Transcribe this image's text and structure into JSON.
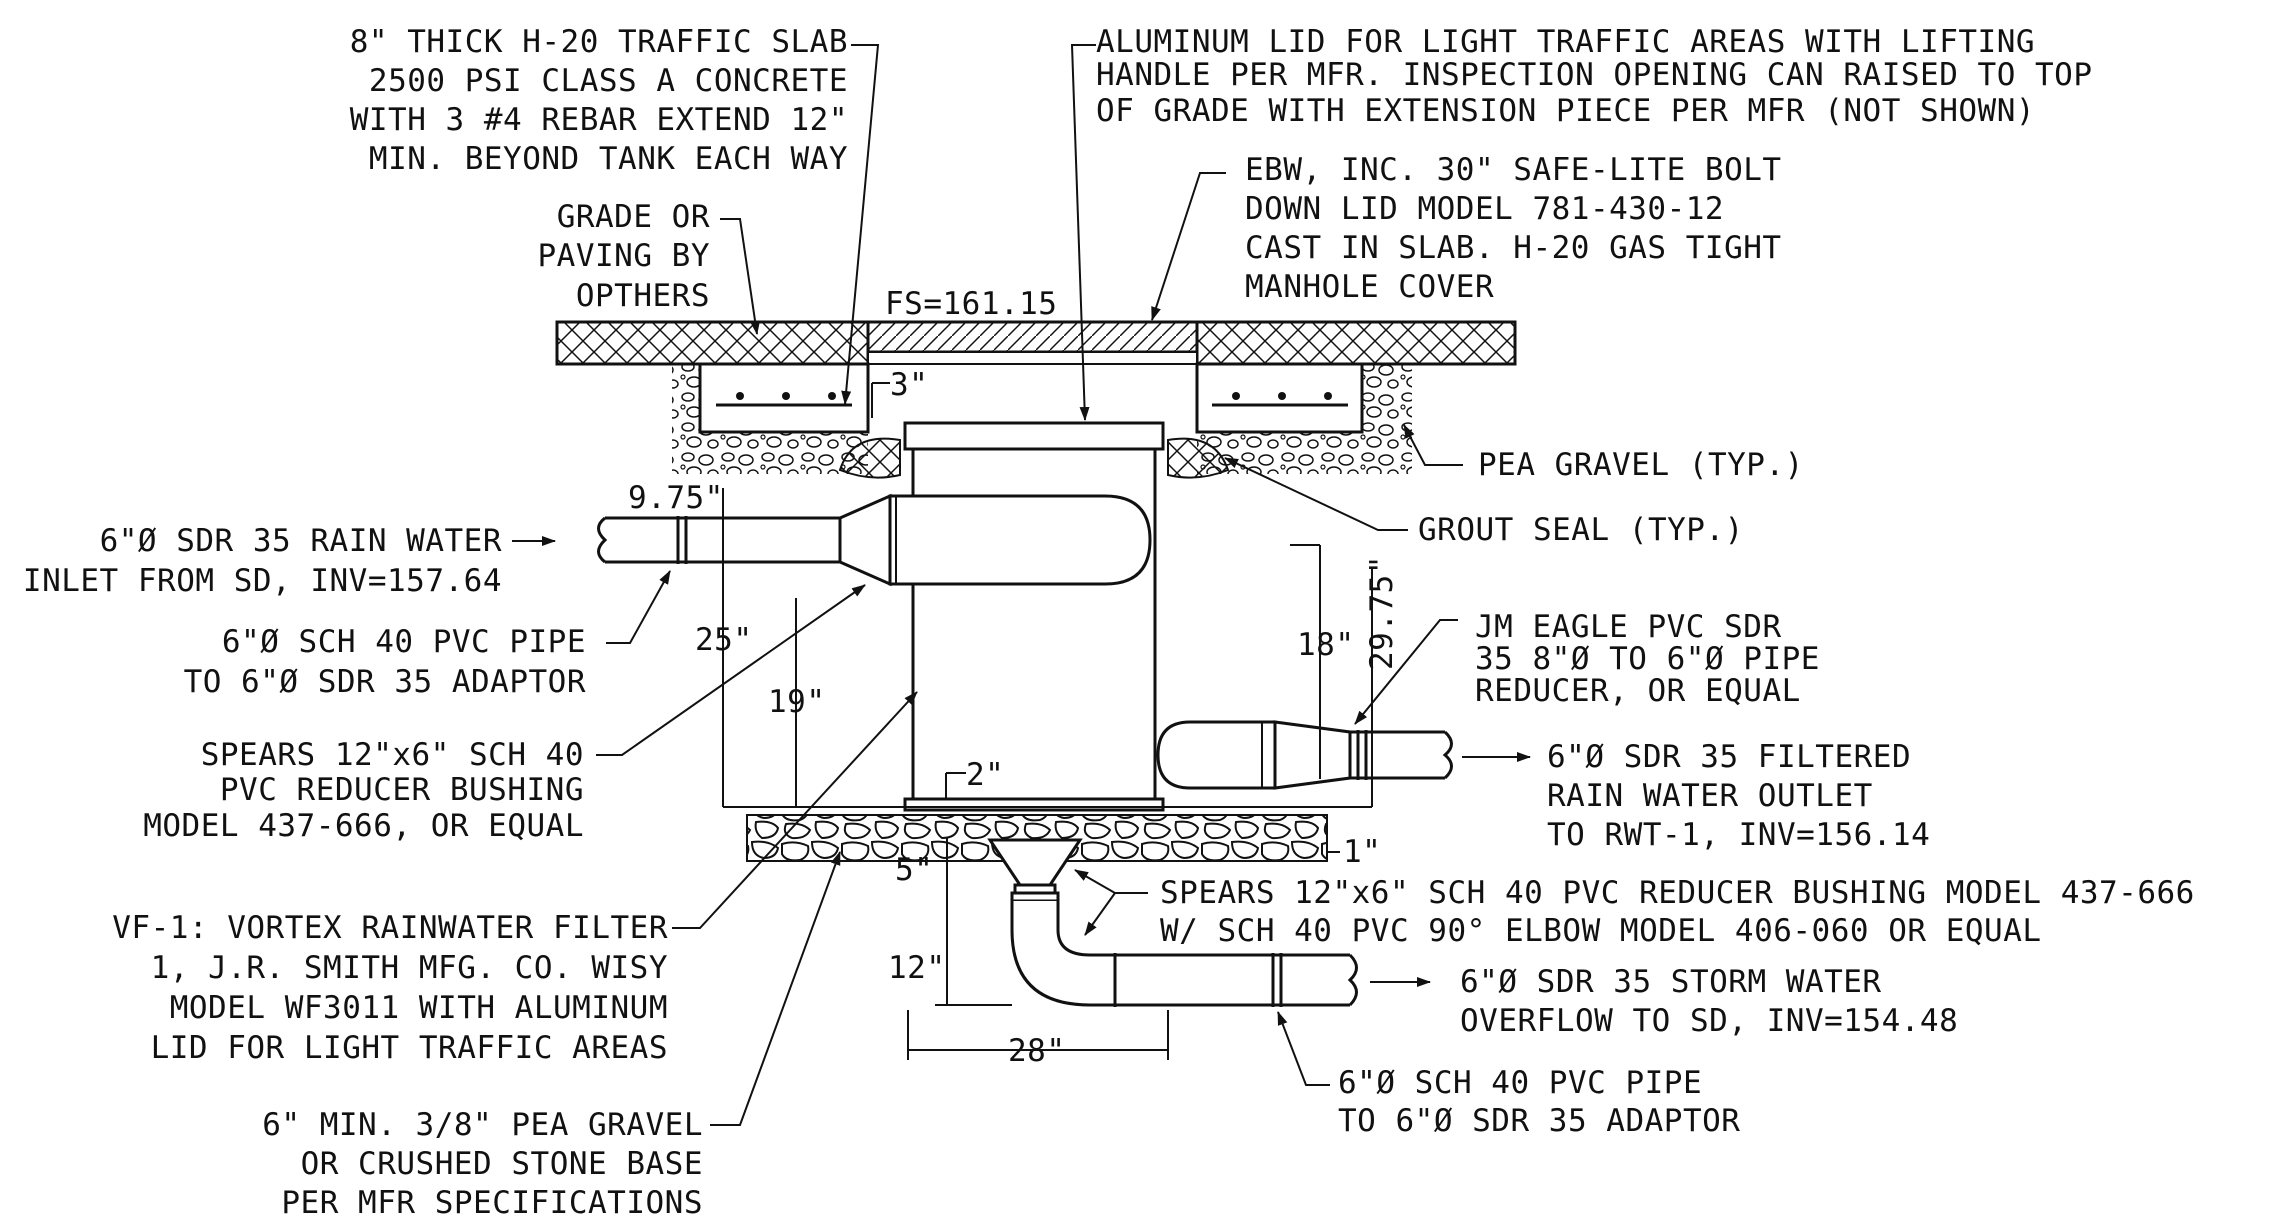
{
  "labels": {
    "traffic_slab": [
      "8\" THICK H-20 TRAFFIC SLAB",
      "2500 PSI CLASS A CONCRETE",
      "WITH 3 #4 REBAR EXTEND 12\"",
      "MIN. BEYOND TANK EACH WAY"
    ],
    "aluminum_lid": [
      "ALUMINUM LID FOR LIGHT TRAFFIC AREAS WITH LIFTING",
      "HANDLE PER MFR. INSPECTION OPENING CAN RAISED TO TOP",
      "OF GRADE WITH EXTENSION PIECE PER MFR (NOT SHOWN)"
    ],
    "grade": [
      "GRADE OR",
      "PAVING BY",
      "OPTHERS"
    ],
    "ebw_lid": [
      "EBW, INC. 30\" SAFE-LITE BOLT",
      "DOWN LID MODEL 781-430-12",
      "CAST IN SLAB. H-20 GAS TIGHT",
      "MANHOLE COVER"
    ],
    "fs": "FS=161.15",
    "pea_gravel": "PEA GRAVEL (TYP.)",
    "grout_seal": "GROUT SEAL (TYP.)",
    "inlet": [
      "6\"Ø SDR 35 RAIN WATER",
      "INLET FROM SD, INV=157.64"
    ],
    "sch40_inlet": [
      "6\"Ø SCH 40 PVC PIPE",
      "TO 6\"Ø SDR 35 ADAPTOR"
    ],
    "reducer": [
      "JM EAGLE PVC SDR",
      "35 8\"Ø TO 6\"Ø PIPE",
      "REDUCER, OR EQUAL"
    ],
    "spears_12x6": [
      "SPEARS 12\"x6\" SCH 40",
      "PVC REDUCER BUSHING",
      "MODEL 437-666, OR EQUAL"
    ],
    "filtered_outlet": [
      "6\"Ø SDR 35 FILTERED",
      "RAIN WATER OUTLET",
      "TO RWT-1, INV=156.14"
    ],
    "spears_elbow": [
      "SPEARS 12\"x6\" SCH 40 PVC REDUCER BUSHING MODEL 437-666",
      "W/ SCH 40 PVC 90° ELBOW MODEL 406-060 OR EQUAL"
    ],
    "vf1": [
      "VF-1: VORTEX RAINWATER FILTER",
      "1, J.R. SMITH MFG. CO. WISY",
      "MODEL WF3011 WITH ALUMINUM",
      "LID FOR LIGHT TRAFFIC AREAS"
    ],
    "storm_overflow": [
      "6\"Ø SDR 35 STORM WATER",
      "OVERFLOW TO SD, INV=154.48"
    ],
    "sch40_outlet": [
      "6\"Ø SCH 40 PVC PIPE",
      "TO 6\"Ø SDR 35 ADAPTOR"
    ],
    "pea_base": [
      "6\" MIN. 3/8\" PEA GRAVEL",
      "OR CRUSHED STONE BASE",
      "PER MFR SPECIFICATIONS"
    ]
  },
  "dimensions": {
    "d_3": "3\"",
    "d_9_75": "9.75\"",
    "d_25": "25\"",
    "d_19": "19\"",
    "d_18": "18\"",
    "d_29_75": "29.75\"",
    "d_2": "2\"",
    "d_1": "1\"",
    "d_5": "5\"",
    "d_12": "12\"",
    "d_28": "28\""
  }
}
